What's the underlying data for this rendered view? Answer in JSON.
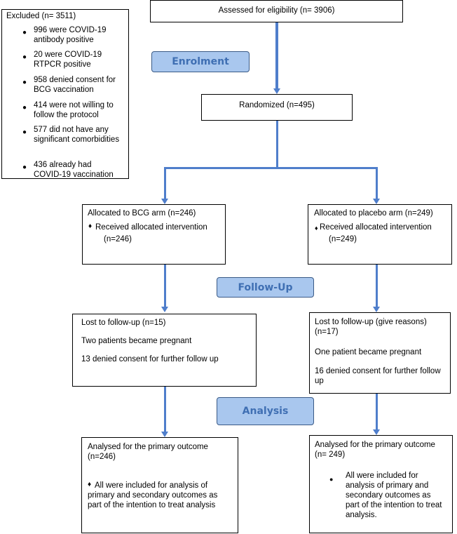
{
  "excluded": {
    "title": "Excluded (n= 3511)",
    "items": [
      "996 were COVID-19 antibody positive",
      "20 were COVID-19 RTPCR positive",
      "958 denied consent for BCG vaccination",
      "414 were not willing to follow the protocol",
      "577 did not have any significant comorbidities",
      "436 already had COVID-19 vaccination"
    ]
  },
  "eligibility": {
    "text": "Assessed for eligibility (n= 3906)"
  },
  "randomized": {
    "text": "Randomized (n=495)"
  },
  "stages": {
    "enrolment": "Enrolment",
    "followup": "Follow-Up",
    "analysis": "Analysis"
  },
  "bcg_alloc": {
    "title": "Allocated to BCG arm (n=246)",
    "bullet": "Received allocated intervention",
    "count": "(n=246)"
  },
  "placebo_alloc": {
    "title": "Allocated to placebo arm (n=249)",
    "bullet": "Received allocated intervention",
    "count": "(n=249)"
  },
  "bcg_lost": {
    "title": "Lost to follow-up (n=15)",
    "line1": "Two patients became pregnant",
    "line2": "13 denied consent for further follow up"
  },
  "placebo_lost": {
    "title": "Lost to follow-up (give reasons) (n=17)",
    "line1": "One patient became pregnant",
    "line2": "16 denied consent for further follow up"
  },
  "bcg_analysed": {
    "title": "Analysed for the primary outcome (n=246)",
    "bullet": "All were included for analysis of primary and secondary outcomes as part of the intention to treat analysis"
  },
  "placebo_analysed": {
    "title": "Analysed for the primary outcome (n= 249)",
    "bullet": "All were included for analysis of primary and secondary outcomes as part of the intention to treat analysis."
  },
  "colors": {
    "connector": "#4f7ecb",
    "stage_fill": "#a9c7ee",
    "stage_text": "#3f6fb3"
  }
}
